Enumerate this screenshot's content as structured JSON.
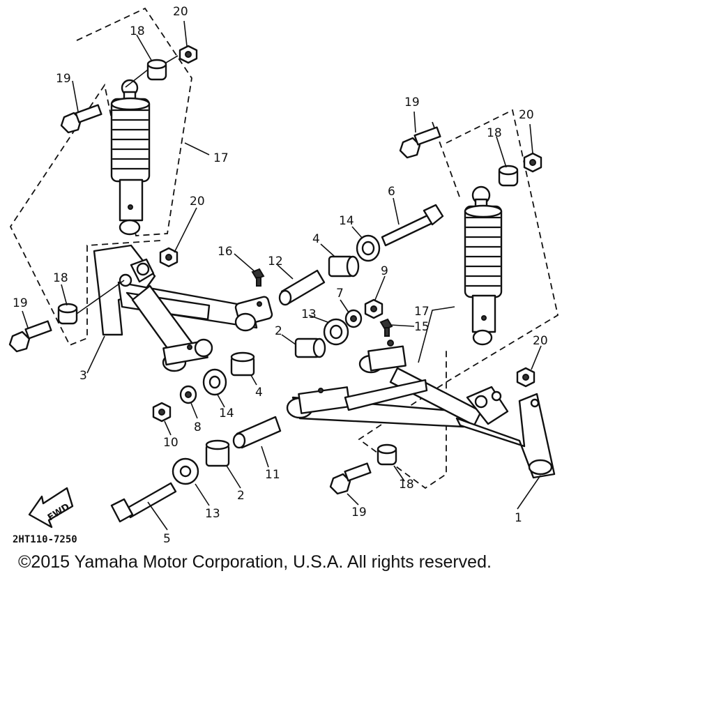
{
  "diagram": {
    "drawing_code": "2HT110-7250",
    "fwd_label": "FWD",
    "callouts": [
      {
        "id": "c20a",
        "label": "20"
      },
      {
        "id": "c18a",
        "label": "18"
      },
      {
        "id": "c19a",
        "label": "19"
      },
      {
        "id": "c17a",
        "label": "17"
      },
      {
        "id": "c20b",
        "label": "20"
      },
      {
        "id": "c18b",
        "label": "18"
      },
      {
        "id": "c19b",
        "label": "19"
      },
      {
        "id": "c3",
        "label": "3"
      },
      {
        "id": "c16",
        "label": "16"
      },
      {
        "id": "c12",
        "label": "12"
      },
      {
        "id": "c4a",
        "label": "4"
      },
      {
        "id": "c14a",
        "label": "14"
      },
      {
        "id": "c6",
        "label": "6"
      },
      {
        "id": "c19c",
        "label": "19"
      },
      {
        "id": "c20c",
        "label": "20"
      },
      {
        "id": "c18c",
        "label": "18"
      },
      {
        "id": "c13a",
        "label": "13"
      },
      {
        "id": "c7",
        "label": "7"
      },
      {
        "id": "c9",
        "label": "9"
      },
      {
        "id": "c17b",
        "label": "17"
      },
      {
        "id": "c15",
        "label": "15"
      },
      {
        "id": "c2a",
        "label": "2"
      },
      {
        "id": "c4b",
        "label": "4"
      },
      {
        "id": "c14b",
        "label": "14"
      },
      {
        "id": "c8",
        "label": "8"
      },
      {
        "id": "c10",
        "label": "10"
      },
      {
        "id": "c20d",
        "label": "20"
      },
      {
        "id": "c11",
        "label": "11"
      },
      {
        "id": "c2b",
        "label": "2"
      },
      {
        "id": "c13b",
        "label": "13"
      },
      {
        "id": "c5",
        "label": "5"
      },
      {
        "id": "c18d",
        "label": "18"
      },
      {
        "id": "c19d",
        "label": "19"
      },
      {
        "id": "c1",
        "label": "1"
      }
    ]
  },
  "footer": {
    "copyright": "©2015 Yamaha Motor Corporation, U.S.A. All rights reserved."
  }
}
